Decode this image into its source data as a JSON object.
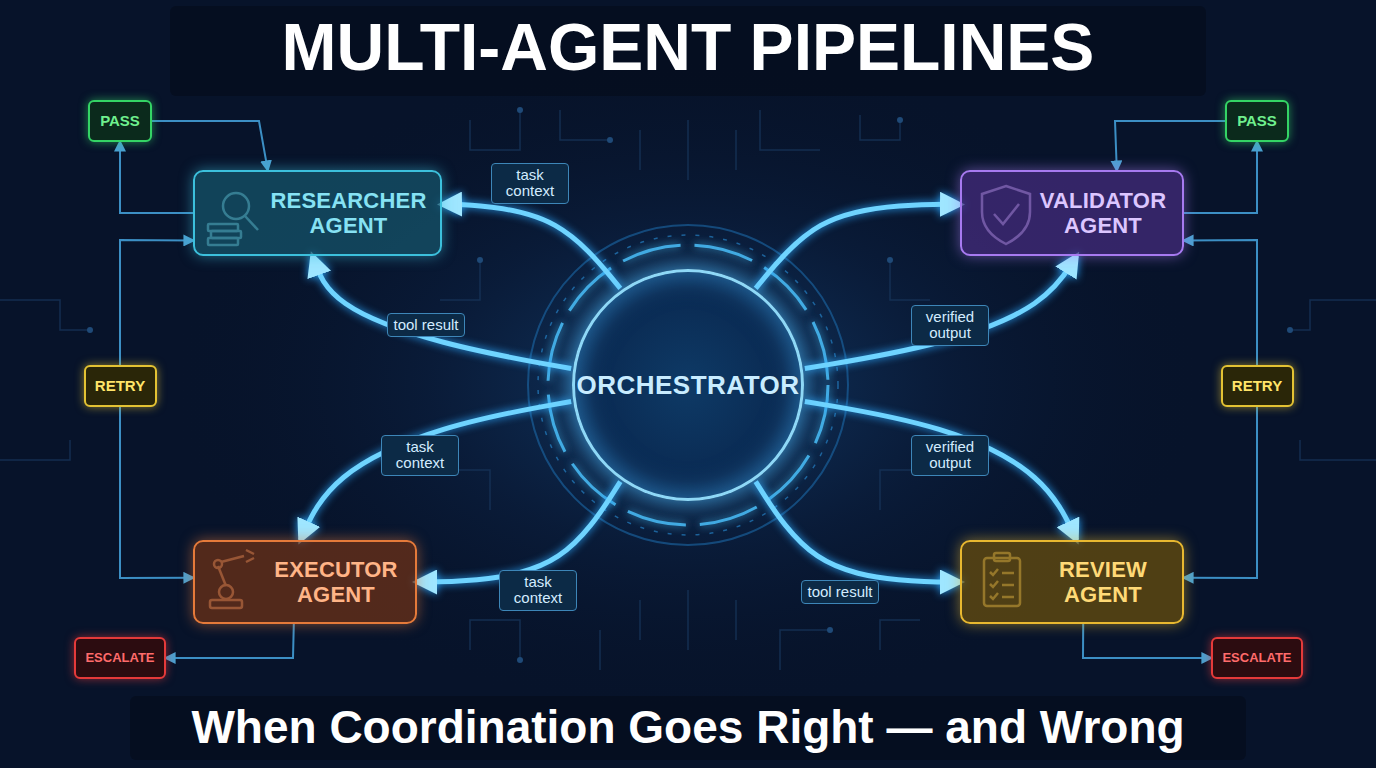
{
  "diagram": {
    "title": "MULTI-AGENT PIPELINES",
    "caption": "When Coordination Goes Right — and Wrong",
    "nodes": [
      {
        "text": [
          "PASS"
        ]
      },
      {
        "text": [
          "RESEARCHER AGENT"
        ]
      },
      {
        "text": [
          "VALIDATOR AGENT"
        ]
      },
      {
        "text": [
          "PASS"
        ]
      },
      {
        "text": [
          "RETRY"
        ]
      },
      {
        "text": [
          "ORCHESTRATOR"
        ]
      },
      {
        "text": [
          "RETRY"
        ]
      },
      {
        "text": [
          "EXECUTOR AGENT"
        ]
      },
      {
        "text": [
          "REVIEW AGENT"
        ]
      },
      {
        "text": [
          "ESCALATE"
        ]
      },
      {
        "text": [
          "ESCALATE"
        ]
      }
    ],
    "edges": [
      {
        "from": 5,
        "to": 1,
        "label": "task context",
        "arrow": "to"
      },
      {
        "from": 5,
        "to": 1,
        "label": "tool result",
        "arrow": "to"
      },
      {
        "from": 5,
        "to": 7,
        "label": "task context",
        "arrow": "to"
      },
      {
        "from": 5,
        "to": 7,
        "label": "task context",
        "arrow": "to"
      },
      {
        "from": 5,
        "to": 2,
        "arrow": "to"
      },
      {
        "from": 5,
        "to": 2,
        "label": "verified output",
        "arrow": "to"
      },
      {
        "from": 5,
        "to": 8,
        "label": "verified output",
        "arrow": "to"
      },
      {
        "from": 5,
        "to": 8,
        "label": "tool result",
        "arrow": "to"
      },
      {
        "from": 1,
        "to": 0,
        "arrow": "to"
      },
      {
        "from": 0,
        "to": 1,
        "arrow": "to"
      },
      {
        "from": 4,
        "to": 1,
        "arrow": "to"
      },
      {
        "from": 4,
        "to": 7,
        "arrow": "to"
      },
      {
        "from": 7,
        "to": 9,
        "arrow": "to"
      },
      {
        "from": 2,
        "to": 3,
        "arrow": "to"
      },
      {
        "from": 3,
        "to": 2,
        "arrow": "to"
      },
      {
        "from": 6,
        "to": 2,
        "arrow": "to"
      },
      {
        "from": 6,
        "to": 8,
        "arrow": "to"
      },
      {
        "from": 8,
        "to": 10,
        "arrow": "to"
      }
    ]
  }
}
